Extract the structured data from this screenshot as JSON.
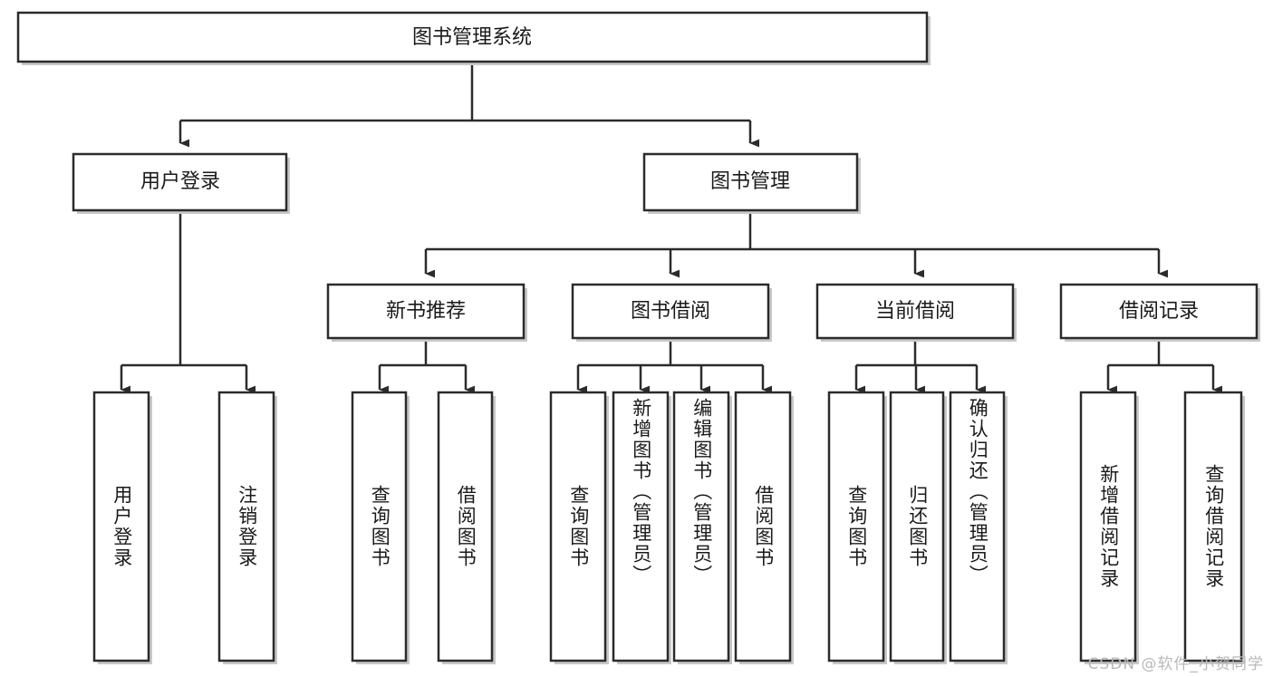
{
  "diagram": {
    "type": "tree",
    "title": "图书管理系统",
    "watermark": "CSDN @软件_小贺同学",
    "colors": {
      "box_stroke": "#2b2b2b",
      "box_fill": "#ffffff",
      "line": "#2b2b2b",
      "text": "#1a1a1a",
      "watermark": "#b9b9b9"
    },
    "levels": {
      "root": {
        "label": "图书管理系统"
      },
      "level1": [
        {
          "label": "用户登录"
        },
        {
          "label": "图书管理"
        }
      ],
      "level2": [
        {
          "label": "新书推荐"
        },
        {
          "label": "图书借阅"
        },
        {
          "label": "当前借阅"
        },
        {
          "label": "借阅记录"
        }
      ],
      "leaves": {
        "user_login": [
          {
            "label": "用户登录"
          },
          {
            "label": "注销登录"
          }
        ],
        "new_book": [
          {
            "label": "查询图书"
          },
          {
            "label": "借阅图书"
          }
        ],
        "book_borrow": [
          {
            "label": "查询图书"
          },
          {
            "label": "新增图书（管理员）"
          },
          {
            "label": "编辑图书（管理员）"
          },
          {
            "label": "借阅图书"
          }
        ],
        "current_borrow": [
          {
            "label": "查询图书"
          },
          {
            "label": "归还图书"
          },
          {
            "label": "确认归还（管理员）"
          }
        ],
        "borrow_record": [
          {
            "label": "新增借阅记录"
          },
          {
            "label": "查询借阅记录"
          }
        ]
      }
    }
  }
}
